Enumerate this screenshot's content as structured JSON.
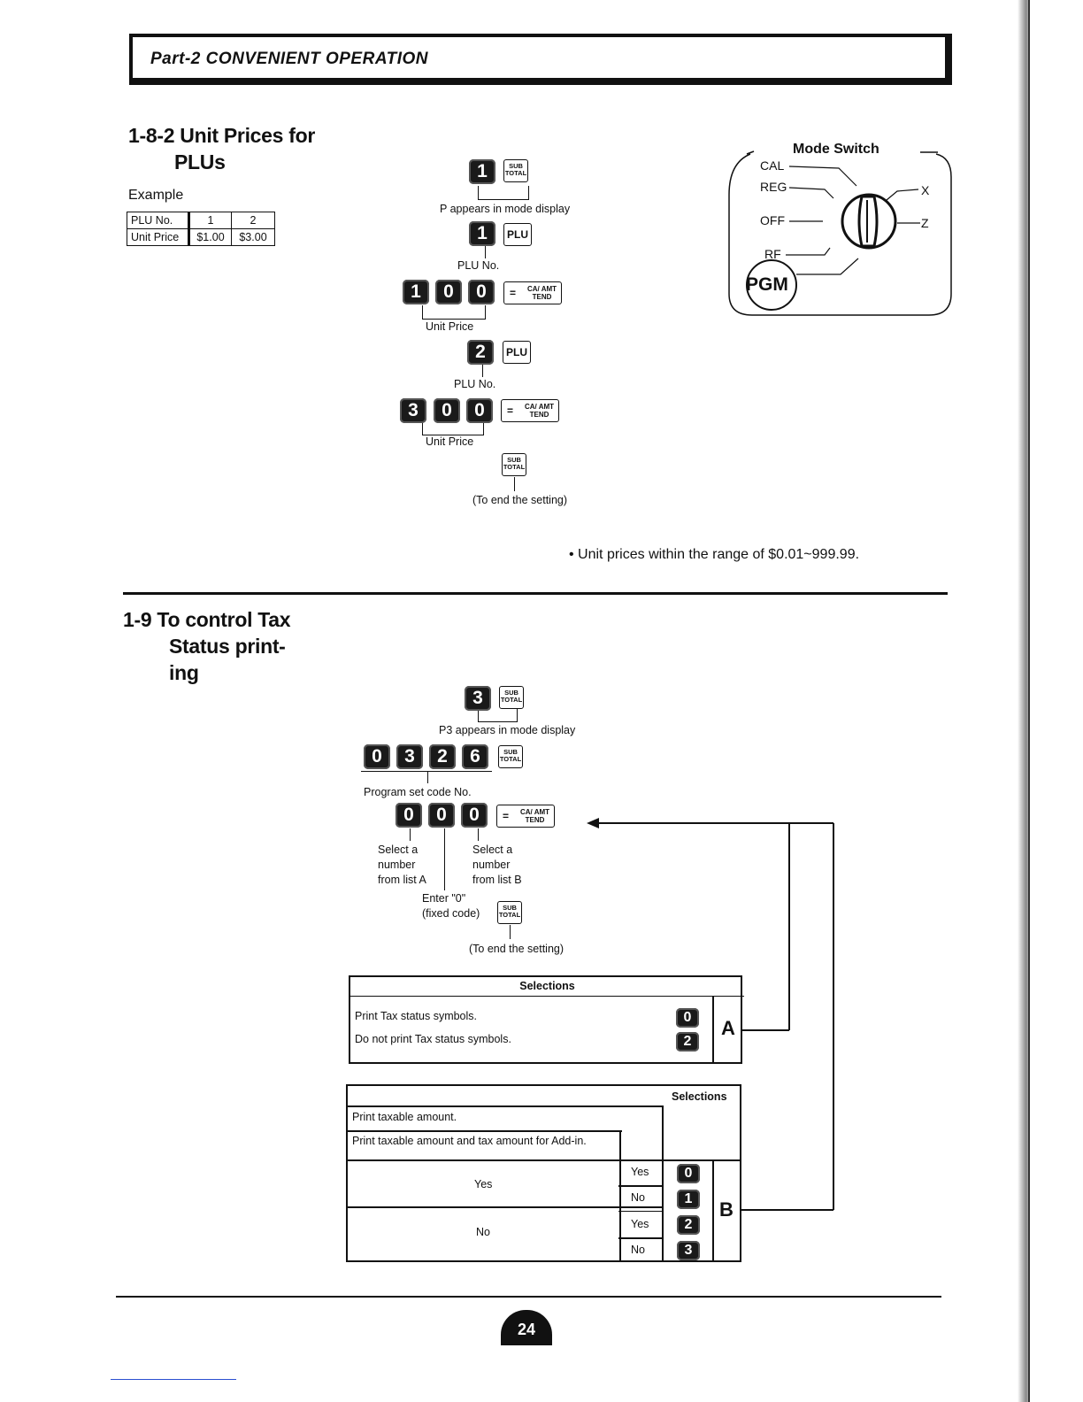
{
  "header": {
    "title": "Part-2  CONVENIENT OPERATION"
  },
  "sec182": {
    "title_l1": "1-8-2 Unit Prices for",
    "title_l2": "PLUs",
    "example_label": "Example",
    "table": {
      "row1": [
        "PLU No.",
        "1",
        "2"
      ],
      "row2": [
        "Unit Price",
        "$1.00",
        "$3.00"
      ]
    },
    "keys": {
      "k1": "1",
      "k1b": "1",
      "price1": [
        "1",
        "0",
        "0"
      ],
      "k2": "2",
      "price2": [
        "3",
        "0",
        "0"
      ]
    },
    "labels": {
      "p_appears": "P appears in mode display",
      "plu_no": "PLU No.",
      "unit_price": "Unit Price",
      "plu_no2": "PLU No.",
      "unit_price2": "Unit Price",
      "end_setting": "(To end the setting)"
    },
    "note": "• Unit prices within the range of $0.01~999.99."
  },
  "mode_switch": {
    "title": "Mode Switch",
    "positions": [
      "CAL",
      "REG",
      "OFF",
      "RF"
    ],
    "right_positions": [
      "X",
      "Z"
    ],
    "pgm": "PGM"
  },
  "function_keys": {
    "subtotal_top": "SUB",
    "subtotal_bottom": "TOTAL",
    "plu": "PLU",
    "ca_eq": "=",
    "ca_top": "CA/ AMT",
    "ca_bottom": "TEND"
  },
  "sec19": {
    "title_l1": "1-9  To control Tax",
    "title_l2": "Status print-",
    "title_l3": "ing",
    "keys": {
      "k3": "3",
      "code": [
        "0",
        "3",
        "2",
        "6"
      ],
      "sel": [
        "0",
        "0",
        "0"
      ]
    },
    "labels": {
      "p3_appears": "P3 appears in mode display",
      "program_code": "Program set code No.",
      "select_a": [
        "Select a",
        "number",
        "from list A"
      ],
      "select_b": [
        "Select a",
        "number",
        "from list B"
      ],
      "enter_0": "Enter \"0\"",
      "fixed_code": "(fixed code)",
      "end_setting": "(To end the setting)"
    },
    "table_a": {
      "header": "Selections",
      "rows": [
        {
          "text": "Print Tax status symbols.",
          "key": "0"
        },
        {
          "text": "Do not print Tax status symbols.",
          "key": "2"
        }
      ],
      "letter": "A"
    },
    "table_b": {
      "header": "Selections",
      "col1_header": "Print taxable amount.",
      "col2_header": "Print taxable amount and tax amount for Add-in.",
      "rows": [
        {
          "c1": "Yes",
          "c2": "Yes",
          "key": "0"
        },
        {
          "c1": "",
          "c2": "No",
          "key": "1"
        },
        {
          "c1": "No",
          "c2": "Yes",
          "key": "2"
        },
        {
          "c1": "",
          "c2": "No",
          "key": "3"
        }
      ],
      "letter": "B"
    }
  },
  "page_number": "24"
}
